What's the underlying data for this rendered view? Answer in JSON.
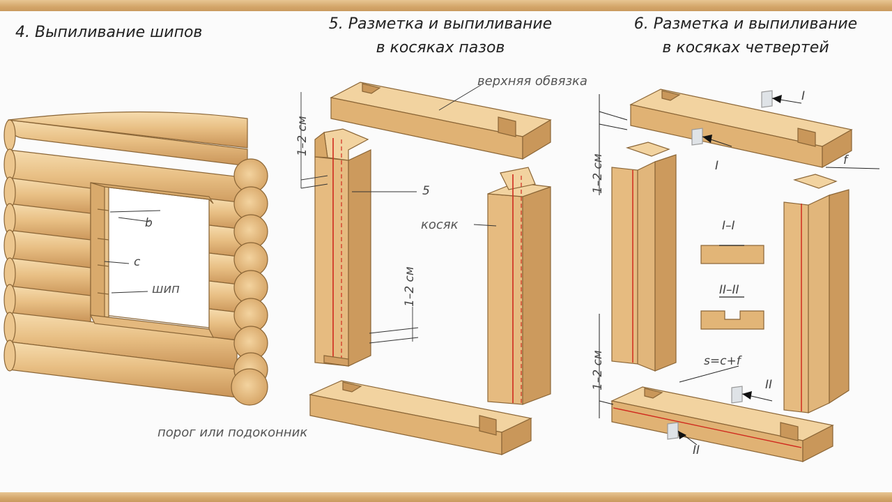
{
  "titles": {
    "section4": "4. Выпиливание шипов",
    "section5_line1": "5. Разметка и выпиливание",
    "section5_line2": "в косяках пазов",
    "section6_line1": "6. Разметка и выпиливание",
    "section6_line2": "в косяках четвертей"
  },
  "labels": {
    "top_beam": "верхняя обвязка",
    "jamb": "косяк",
    "sill": "порог или подоконник",
    "tenon": "шип",
    "b": "b",
    "c": "c",
    "five": "5",
    "dim_1_2cm": "1–2 см",
    "section_I": "I",
    "section_II": "II",
    "section_I_I": "I–I",
    "section_II_II": "II–II",
    "f": "f",
    "formula": "s=c+f"
  },
  "colors": {
    "wood_light": "#f1d09c",
    "wood_mid": "#e2b577",
    "wood_dark": "#c8965a",
    "outline": "#7a5a32",
    "mark_red": "#d02a1e"
  }
}
